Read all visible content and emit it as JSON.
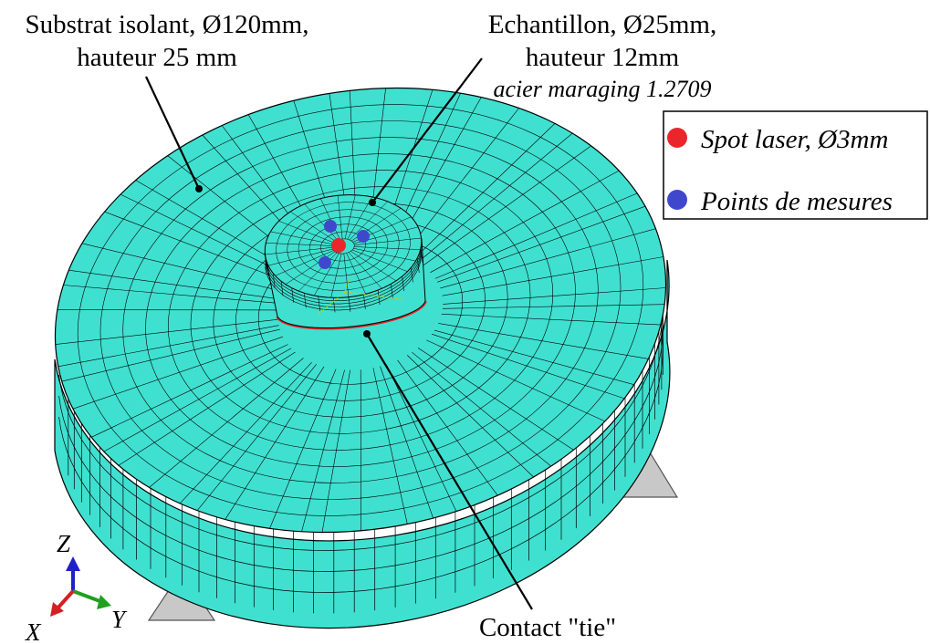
{
  "labels": {
    "substrate_line1": "Substrat isolant, Ø120mm,",
    "substrate_line2": "hauteur 25 mm",
    "sample_line1": "Echantillon, Ø25mm,",
    "sample_line2": "hauteur 12mm",
    "sample_material": "acier maraging 1.2709",
    "contact": "Contact \"tie\""
  },
  "legend": {
    "items": [
      {
        "label": "Spot laser, Ø3mm",
        "color": "#e8262b"
      },
      {
        "label": "Points de mesures",
        "color": "#3f48cc"
      }
    ]
  },
  "triad": {
    "z": "Z",
    "x": "X",
    "y": "Y"
  },
  "colors": {
    "mesh_fill": "#40e0d0",
    "mesh_line": "#000000",
    "contact_line": "#e8262b",
    "support": "#c8c8c8",
    "axis_x": "#d42020",
    "axis_y": "#20a020",
    "axis_z": "#2020c8"
  }
}
